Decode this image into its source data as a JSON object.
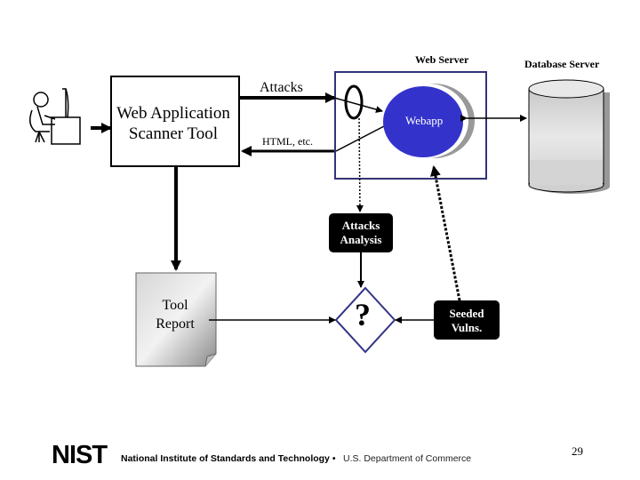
{
  "diagram": {
    "nodes": {
      "user": {
        "label": "",
        "icon": "person-at-computer-icon"
      },
      "scanner": {
        "label_line1": "Web Application",
        "label_line2": "Scanner Tool"
      },
      "web_server": {
        "label": "Web Server"
      },
      "webapp": {
        "label": "Webapp"
      },
      "database_server": {
        "label": "Database Server"
      },
      "attacks_analysis": {
        "label_line1": "Attacks",
        "label_line2": "Analysis"
      },
      "tool_report": {
        "label_line1": "Tool",
        "label_line2": "Report"
      },
      "decision": {
        "label": "?"
      },
      "seeded_vulns": {
        "label_line1": "Seeded",
        "label_line2": "Vulns."
      }
    },
    "edges": {
      "attacks": {
        "label": "Attacks",
        "from": "scanner",
        "to": "webapp"
      },
      "html": {
        "label": "HTML, etc.",
        "from": "webapp",
        "to": "scanner"
      }
    },
    "colors": {
      "webapp_fill": "#3333cc",
      "web_server_border": "#333377",
      "decision_border": "#333388",
      "dark_box": "#000000"
    }
  },
  "footer": {
    "logo": "NIST",
    "org_name": "National Institute of Standards and Technology",
    "separator": "•",
    "department": "U.S. Department of Commerce",
    "page_number": "29"
  }
}
